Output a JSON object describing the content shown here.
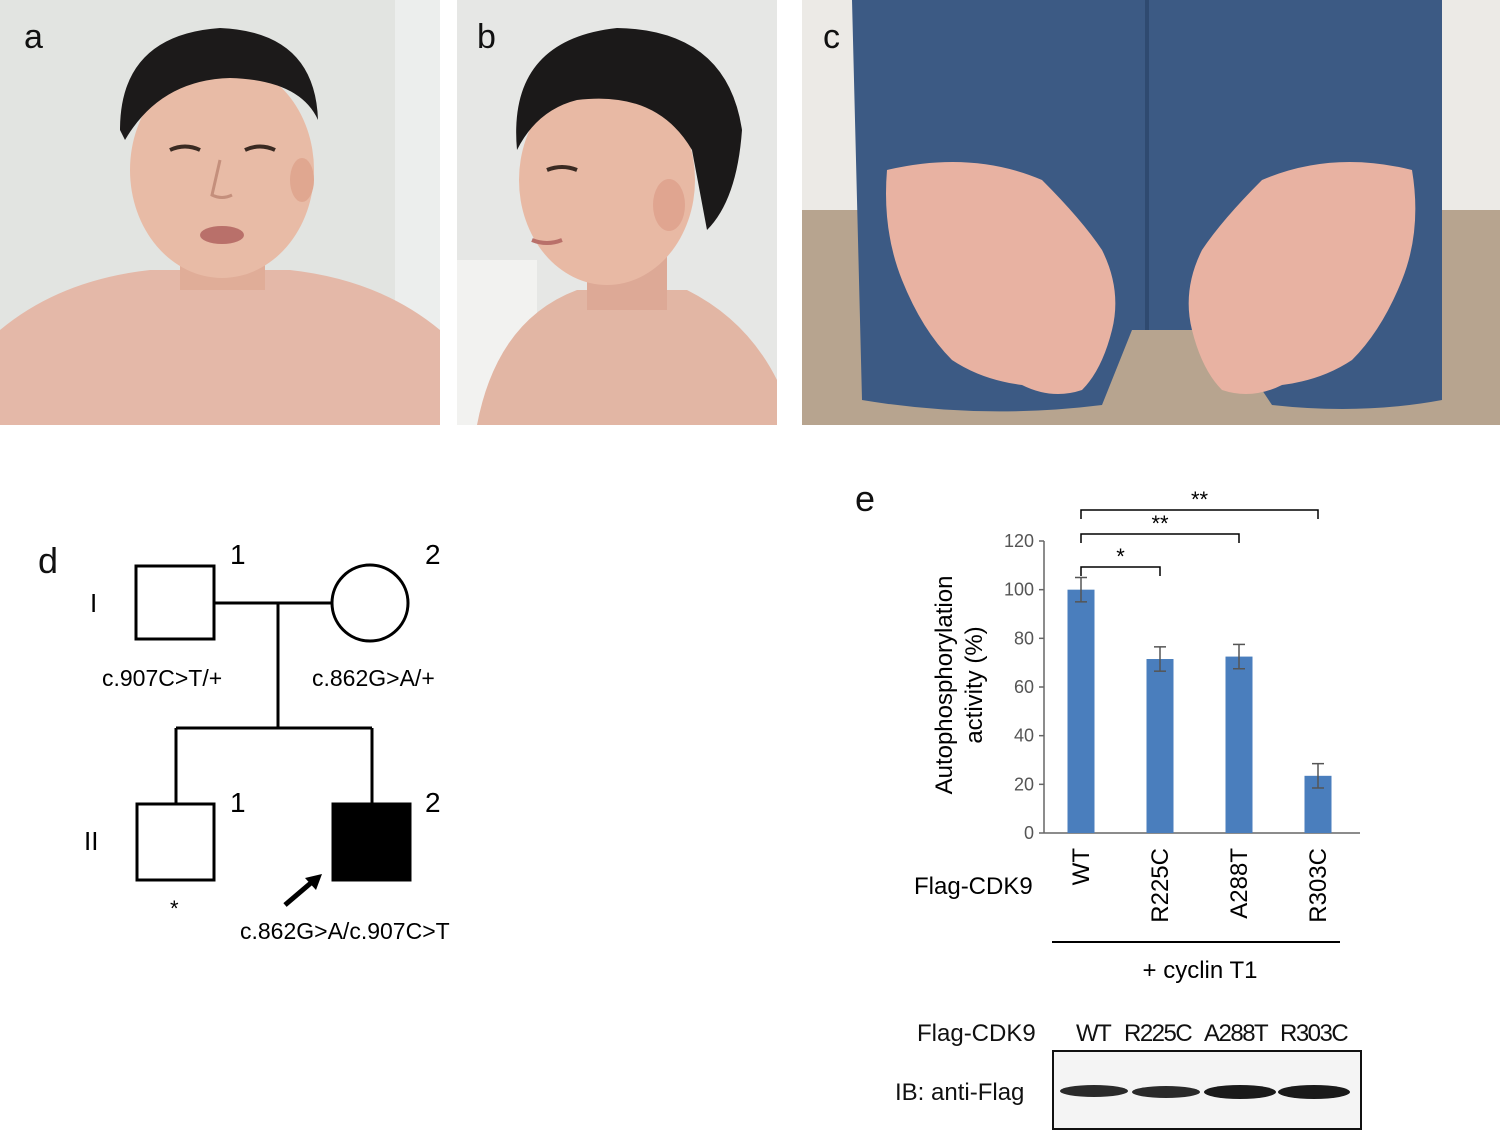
{
  "panels": {
    "a": "a",
    "b": "b",
    "c": "c",
    "d": "d",
    "e": "e"
  },
  "pedigree": {
    "gen1": "I",
    "gen2": "II",
    "i1_num": "1",
    "i2_num": "2",
    "ii1_num": "1",
    "ii2_num": "2",
    "i1_genotype": "c.907C>T/+",
    "i2_genotype": "c.862G>A/+",
    "ii1_mark": "*",
    "ii2_genotype": "c.862G>A/c.907C>T"
  },
  "chart_data": {
    "type": "bar",
    "categories": [
      "WT",
      "R225C",
      "A288T",
      "R303C"
    ],
    "values": [
      100,
      71.5,
      72.5,
      23.5
    ],
    "errors": [
      5,
      5,
      5,
      5
    ],
    "ylim": [
      0,
      120
    ],
    "yticks": [
      0,
      20,
      40,
      60,
      80,
      100,
      120
    ],
    "ylabel_line1": "Autophosphorylation",
    "ylabel_line2": "activity (%)",
    "row_label": "Flag-CDK9",
    "group_label": "+ cyclin T1",
    "bar_color": "#4a7ebd",
    "significance": [
      {
        "from": 0,
        "to": 1,
        "label": "*"
      },
      {
        "from": 0,
        "to": 2,
        "label": "**"
      },
      {
        "from": 0,
        "to": 3,
        "label": "**"
      }
    ]
  },
  "blot": {
    "row_label": "Flag-CDK9",
    "lanes": [
      "WT",
      "R225C",
      "A288T",
      "R303C"
    ],
    "ib_label": "IB: anti-Flag"
  }
}
